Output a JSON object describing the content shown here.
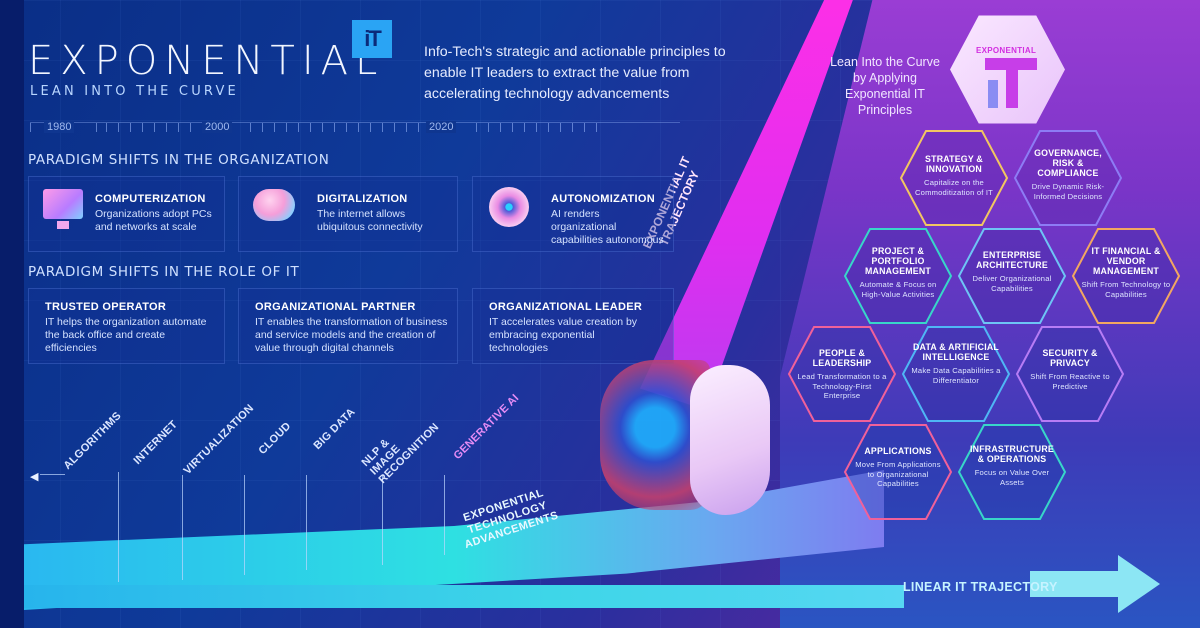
{
  "header": {
    "title": "EXPONENTIAL",
    "badge": "iT",
    "subtitle": "LEAN INTO THE CURVE",
    "tagline": "Info-Tech's strategic and actionable principles to enable IT leaders to extract the value from accelerating technology advancements"
  },
  "timeline": {
    "labels": [
      "1980",
      "2000",
      "2020"
    ]
  },
  "org_shifts": {
    "heading": "PARADIGM SHIFTS IN THE ORGANIZATION",
    "cards": [
      {
        "title": "COMPUTERIZATION",
        "desc": "Organizations adopt PCs and networks at scale",
        "icon": "monitor-icon"
      },
      {
        "title": "DIGITALIZATION",
        "desc": "The internet allows ubiquitous connectivity",
        "icon": "cloud-icon"
      },
      {
        "title": "AUTONOMIZATION",
        "desc": "AI renders organizational capabilities autonomous",
        "icon": "ai-orb-icon"
      }
    ]
  },
  "it_shifts": {
    "heading": "PARADIGM SHIFTS IN THE ROLE OF IT",
    "cards": [
      {
        "title": "TRUSTED OPERATOR",
        "desc": "IT helps the organization automate the back office and create efficiencies"
      },
      {
        "title": "ORGANIZATIONAL PARTNER",
        "desc": "IT enables the transformation of business and service models and the creation of value through digital channels"
      },
      {
        "title": "ORGANIZATIONAL LEADER",
        "desc": "IT accelerates value creation by embracing exponential technologies"
      }
    ]
  },
  "technologies": [
    "ALGORITHMS",
    "INTERNET",
    "VIRTUALIZATION",
    "CLOUD",
    "BIG DATA",
    "NLP & IMAGE RECOGNITION",
    "GENERATIVE AI"
  ],
  "curves": {
    "exponential_it": "EXPONENTIAL IT TRAJECTORY",
    "exponential_tech": "EXPONENTIAL TECHNOLOGY ADVANCEMENTS",
    "linear_it": "LINEAR IT TRAJECTORY"
  },
  "right_panel": {
    "intro": "Lean Into the Curve by Applying Exponential IT Principles",
    "logo_text": "EXPONENTIAL",
    "principles": [
      {
        "title": "STRATEGY & INNOVATION",
        "desc": "Capitalize on the Commoditization of IT",
        "color": "#f2c661"
      },
      {
        "title": "GOVERNANCE, RISK & COMPLIANCE",
        "desc": "Drive Dynamic Risk-Informed Decisions",
        "color": "#8d7cf5"
      },
      {
        "title": "PROJECT & PORTFOLIO MANAGEMENT",
        "desc": "Automate & Focus on High-Value Activities",
        "color": "#38d6c9"
      },
      {
        "title": "ENTERPRISE ARCHITECTURE",
        "desc": "Deliver Organizational Capabilities",
        "color": "#6ec4f5"
      },
      {
        "title": "IT FINANCIAL & VENDOR MANAGEMENT",
        "desc": "Shift From Technology to Capabilities",
        "color": "#f2a761"
      },
      {
        "title": "PEOPLE & LEADERSHIP",
        "desc": "Lead Transformation to a Technology-First Enterprise",
        "color": "#f0619a"
      },
      {
        "title": "DATA & ARTIFICIAL INTELLIGENCE",
        "desc": "Make Data Capabilities a Differentiator",
        "color": "#4fb6f5"
      },
      {
        "title": "SECURITY & PRIVACY",
        "desc": "Shift From Reactive to Predictive",
        "color": "#b77cf5"
      },
      {
        "title": "APPLICATIONS",
        "desc": "Move From Applications to Organizational Capabilities",
        "color": "#f0619a"
      },
      {
        "title": "INFRASTRUCTURE & OPERATIONS",
        "desc": "Focus on Value Over Assets",
        "color": "#38d6c9"
      }
    ]
  }
}
